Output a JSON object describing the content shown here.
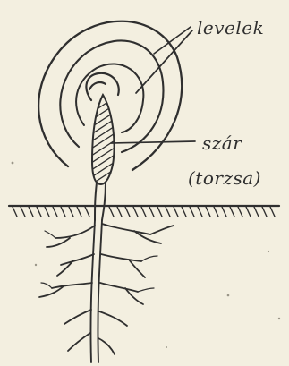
{
  "labels": {
    "leaves": "levelek",
    "stem": "szár",
    "stem_alt": "(torzsa)"
  },
  "colors": {
    "paper": "#f3efe0",
    "ink": "#2f2f2f"
  }
}
